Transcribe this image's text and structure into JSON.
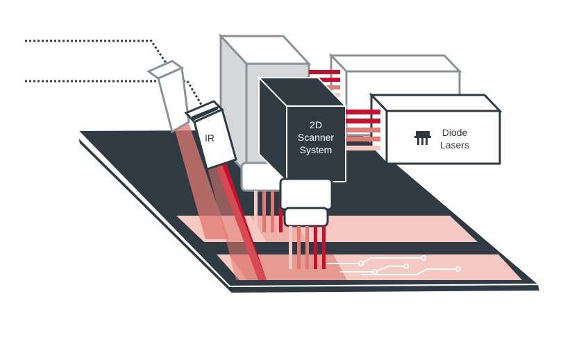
{
  "labels": {
    "ir": "IR",
    "scanner_line1": "2D",
    "scanner_line2": "Scanner",
    "scanner_line3": "System",
    "diode_line1": "Diode",
    "diode_line2": "Lasers"
  },
  "colors": {
    "dark": "#2f3a42",
    "light_gray": "#d6d7d8",
    "mid_gray": "#8a9197",
    "laser_red": "#c8102e",
    "laser_salmon": "#e07a72",
    "pale_pink": "#f6c9c3",
    "white": "#ffffff"
  },
  "icons": [
    "dotted-beam-line-icon",
    "diode-symbol-icon"
  ]
}
